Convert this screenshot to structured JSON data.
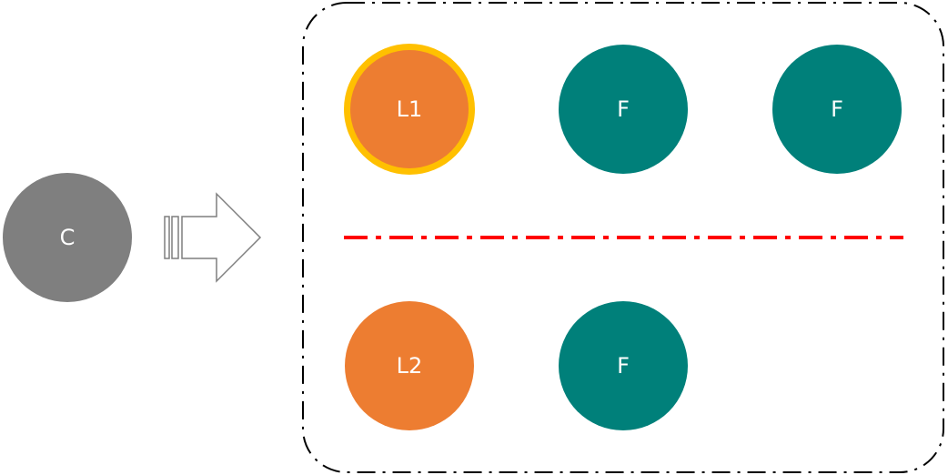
{
  "colors": {
    "client": "#7f7f7f",
    "leader": "#ed7d31",
    "leader_highlight": "#ffc000",
    "follower": "#00807a",
    "partition_line": "#ff0000",
    "group_border": "#000000",
    "arrow_outline": "#7f7f7f"
  },
  "client": {
    "label": "C"
  },
  "group": {
    "top_row": [
      {
        "label": "L1",
        "role": "leader",
        "highlighted": true
      },
      {
        "label": "F",
        "role": "follower"
      },
      {
        "label": "F",
        "role": "follower"
      }
    ],
    "bottom_row": [
      {
        "label": "L2",
        "role": "leader"
      },
      {
        "label": "F",
        "role": "follower"
      }
    ]
  }
}
